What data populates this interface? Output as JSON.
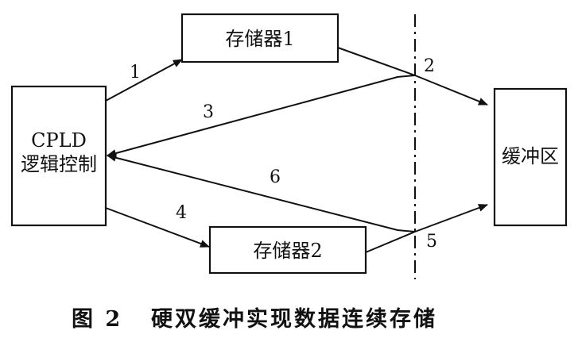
{
  "blocks": {
    "cpld_line1": "CPLD",
    "cpld_line2": "逻辑控制",
    "memory1": "存储器1",
    "memory2": "存储器2",
    "buffer": "缓冲区"
  },
  "arrows": {
    "a1": "1",
    "a2": "2",
    "a3": "3",
    "a4": "4",
    "a5": "5",
    "a6": "6"
  },
  "caption": {
    "figure_no": "图 2",
    "title": "硬双缓冲实现数据连续存储"
  }
}
